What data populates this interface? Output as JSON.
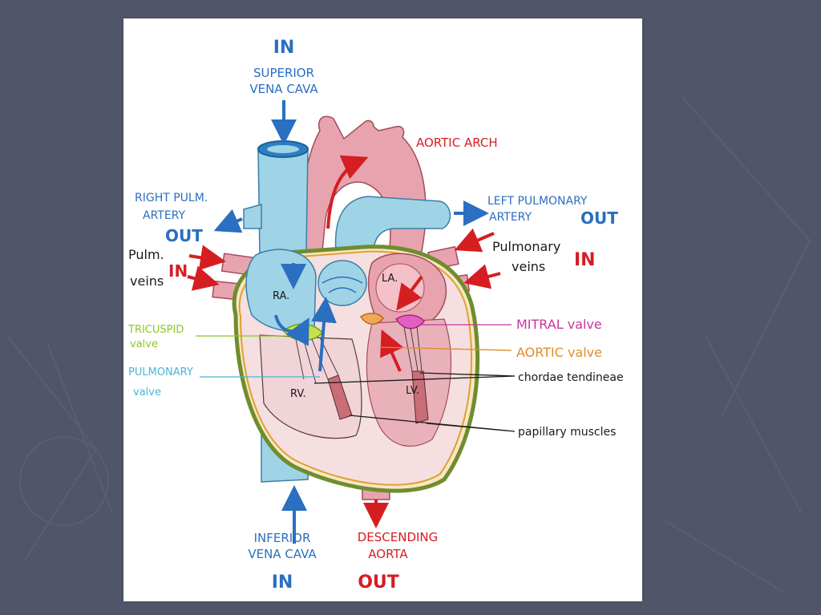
{
  "labels": {
    "svc_in": "IN",
    "svc_1": "SUPERIOR",
    "svc_2": "VENA CAVA",
    "aortic_arch": "AORTIC ARCH",
    "rpa_1": "RIGHT PULM.",
    "rpa_2": "ARTERY",
    "rpa_out": "OUT",
    "lpa_1": "LEFT PULMONARY",
    "lpa_2": "ARTERY",
    "lpa_out": "OUT",
    "pulm_veins_l_1": "Pulm.",
    "pulm_veins_l_2": "veins",
    "pulm_veins_l_in": "IN",
    "pulm_veins_r_1": "Pulmonary",
    "pulm_veins_r_2": "veins",
    "pulm_veins_r_in": "IN",
    "ra": "RA.",
    "la": "LA.",
    "rv": "RV.",
    "lv": "LV.",
    "tricuspid_1": "TRICUSPID",
    "tricuspid_2": "valve",
    "pulmonary_valve_1": "PULMONARY",
    "pulmonary_valve_2": "valve",
    "mitral": "MITRAL valve",
    "aortic_valve": "AORTIC valve",
    "chordae": "chordae tendineae",
    "papillary": "papillary muscles",
    "ivc_1": "INFERIOR",
    "ivc_2": "VENA CAVA",
    "ivc_in": "IN",
    "desc_1": "DESCENDING",
    "desc_2": "AORTA",
    "desc_out": "OUT"
  },
  "colors": {
    "background": "#50556a",
    "sheet": "#ffffff",
    "deoxygenated": "#9fd3e6",
    "oxygenated": "#e8a4ae",
    "label_blue": "#2a6fc0",
    "label_red": "#d51e22",
    "tricuspid_green": "#8ac826",
    "pulmonary_cyan": "#4ab5d6",
    "mitral_magenta": "#c8359e",
    "aortic_orange": "#e08d2a",
    "ink": "#1a1a1a"
  }
}
